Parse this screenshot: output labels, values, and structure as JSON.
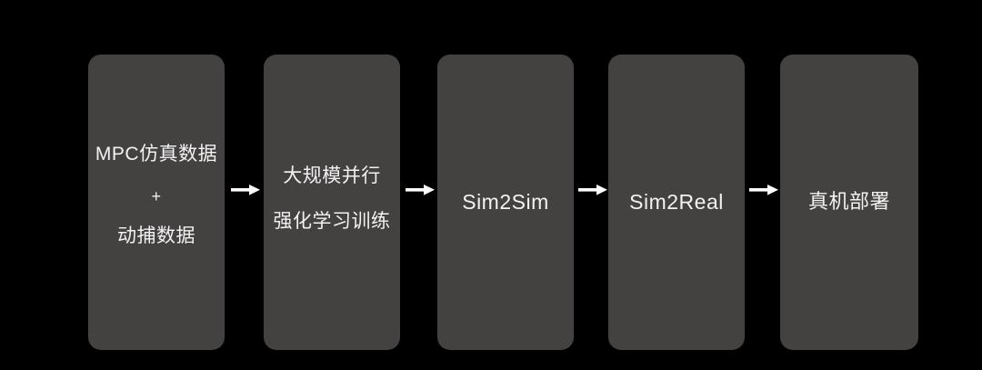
{
  "diagram": {
    "title": "Robot learning pipeline flow diagram",
    "background_color": "#000000",
    "box_color": "#444141",
    "text_color": "#f2f2f2",
    "arrow_color": "#ffffff",
    "stages": [
      {
        "id": "stage-1",
        "main": "MPC仿真数据",
        "plus": "+",
        "sub": "动捕数据"
      },
      {
        "id": "stage-2",
        "main": "大规模并行",
        "sub": "强化学习训练"
      },
      {
        "id": "stage-3",
        "main": "Sim2Sim"
      },
      {
        "id": "stage-4",
        "main": "Sim2Real"
      },
      {
        "id": "stage-5",
        "main": "真机部署"
      }
    ],
    "connectors": [
      {
        "id": "arrow-1",
        "from": "stage-1",
        "to": "stage-2",
        "glyph": "arrow-right-icon"
      },
      {
        "id": "arrow-2",
        "from": "stage-2",
        "to": "stage-3",
        "glyph": "arrow-right-icon"
      },
      {
        "id": "arrow-3",
        "from": "stage-3",
        "to": "stage-4",
        "glyph": "arrow-right-icon"
      },
      {
        "id": "arrow-4",
        "from": "stage-4",
        "to": "stage-5",
        "glyph": "arrow-right-icon"
      }
    ]
  }
}
